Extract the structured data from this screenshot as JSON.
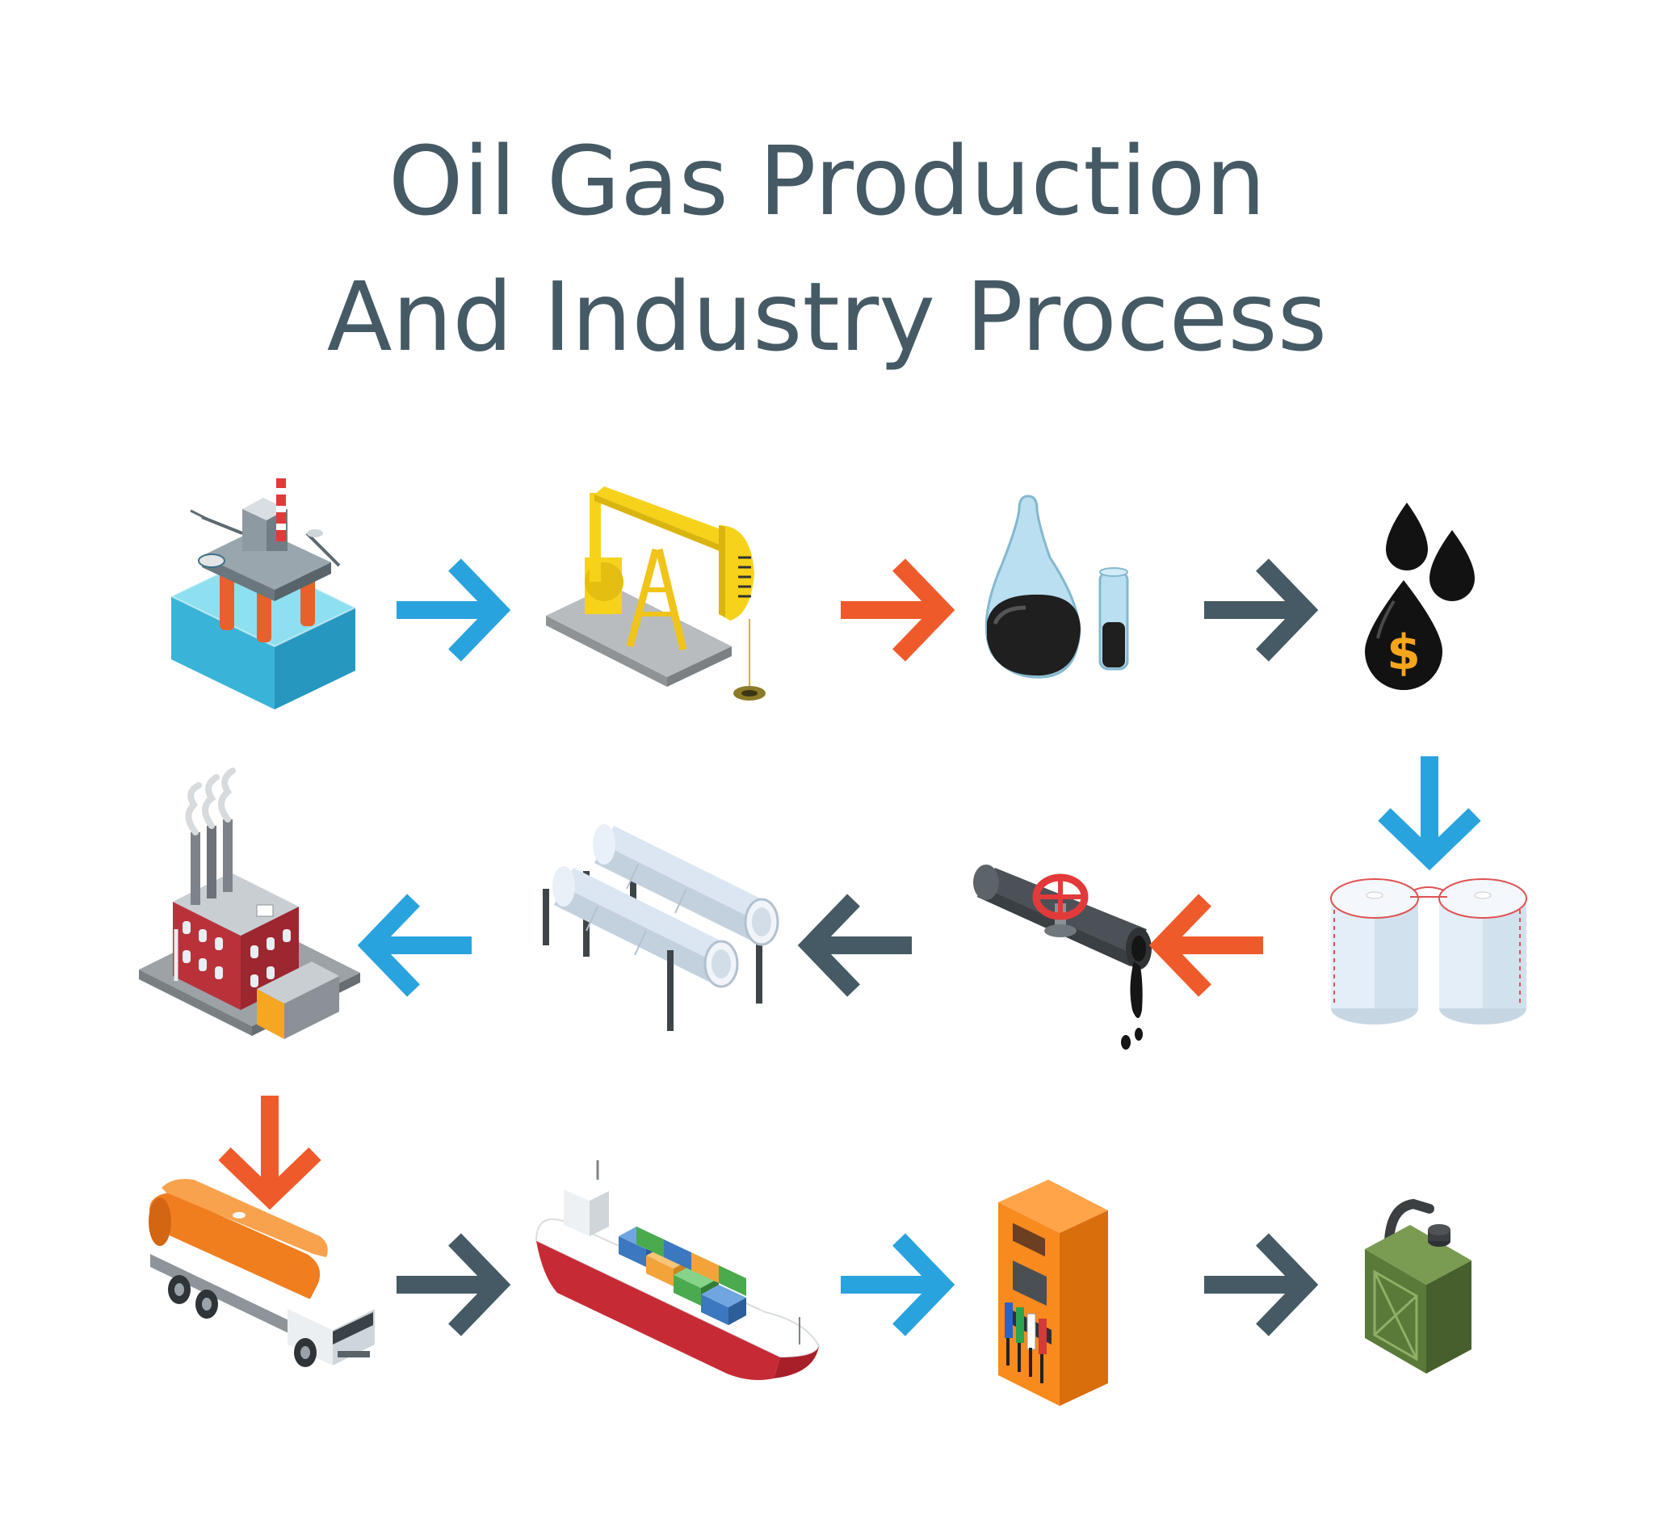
{
  "title": {
    "line1": "Oil Gas Production",
    "line2": "And Industry Process"
  },
  "colors": {
    "title": "#455a64",
    "arrow_blue": "#29a3de",
    "arrow_orange": "#ef5a2a",
    "arrow_dark": "#455a64",
    "water": "#4fc3e0",
    "pumpjack_yellow": "#f6d21b",
    "oil_black": "#1c1c1c",
    "price_orange": "#f7a51b",
    "tank_white": "#e3eef8",
    "tank_red": "#e05252",
    "valve_red": "#e23a3a",
    "pipe_gray": "#4b5156",
    "brick_red": "#b9323a",
    "truck_orange": "#f07e1f",
    "ship_hull": "#c62b35",
    "pump_orange": "#f98a1e",
    "canister_green": "#5a7a3a"
  },
  "steps": [
    {
      "name": "offshore-platform",
      "icon": "offshore-rig-icon"
    },
    {
      "name": "pumpjack",
      "icon": "pumpjack-icon"
    },
    {
      "name": "oil-samples",
      "icon": "oil-flask-icon"
    },
    {
      "name": "oil-price",
      "icon": "oil-drops-dollar-icon"
    },
    {
      "name": "storage-tanks",
      "icon": "storage-tanks-icon"
    },
    {
      "name": "pipeline-valve",
      "icon": "pipe-valve-icon"
    },
    {
      "name": "pipelines",
      "icon": "pipelines-icon"
    },
    {
      "name": "refinery",
      "icon": "factory-icon"
    },
    {
      "name": "tanker-truck",
      "icon": "fuel-truck-icon"
    },
    {
      "name": "cargo-ship",
      "icon": "container-ship-icon"
    },
    {
      "name": "fuel-pump",
      "icon": "gas-pump-icon"
    },
    {
      "name": "jerrycan",
      "icon": "jerrycan-icon"
    }
  ],
  "arrows": [
    {
      "from": 0,
      "to": 1,
      "direction": "right",
      "color": "blue"
    },
    {
      "from": 1,
      "to": 2,
      "direction": "right",
      "color": "orange"
    },
    {
      "from": 2,
      "to": 3,
      "direction": "right",
      "color": "dark"
    },
    {
      "from": 3,
      "to": 4,
      "direction": "down",
      "color": "blue"
    },
    {
      "from": 4,
      "to": 5,
      "direction": "left",
      "color": "orange"
    },
    {
      "from": 5,
      "to": 6,
      "direction": "left",
      "color": "dark"
    },
    {
      "from": 6,
      "to": 7,
      "direction": "left",
      "color": "blue"
    },
    {
      "from": 7,
      "to": 8,
      "direction": "down",
      "color": "orange"
    },
    {
      "from": 8,
      "to": 9,
      "direction": "right",
      "color": "dark"
    },
    {
      "from": 9,
      "to": 10,
      "direction": "right",
      "color": "blue"
    },
    {
      "from": 10,
      "to": 11,
      "direction": "right",
      "color": "dark"
    }
  ]
}
